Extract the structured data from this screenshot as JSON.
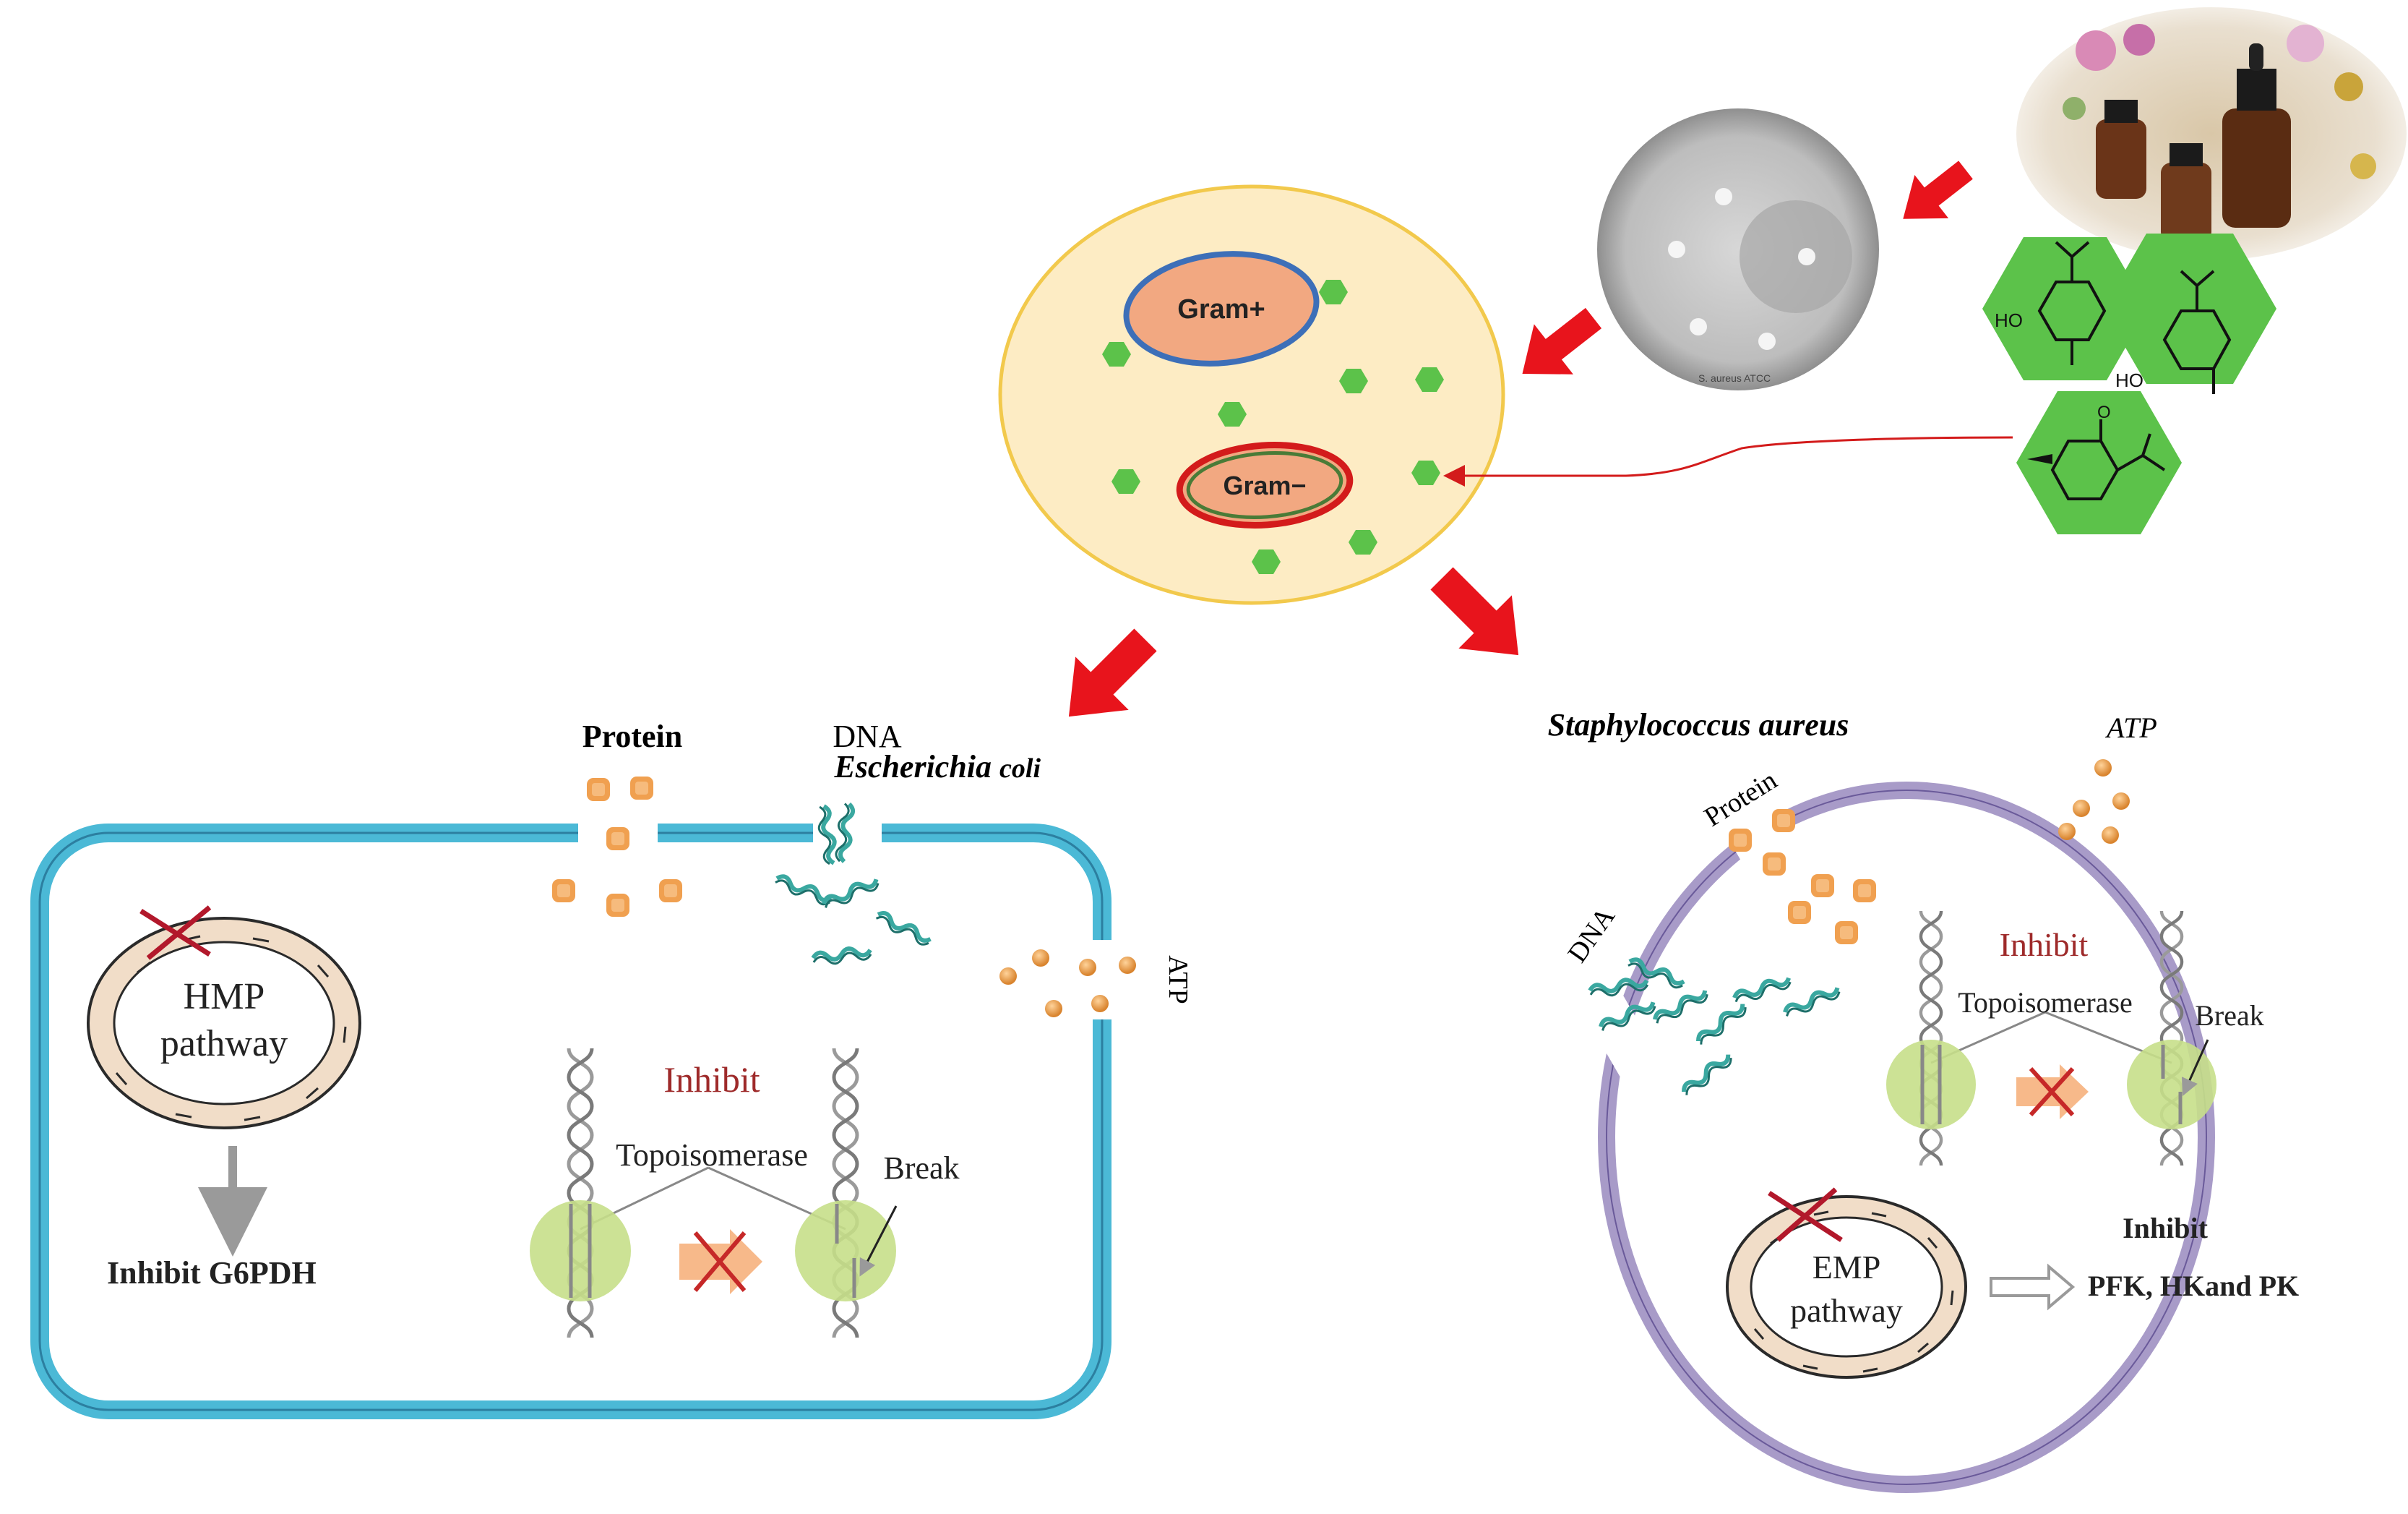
{
  "overview": {
    "gram_pos_label": "Gram+",
    "gram_neg_label": "Gram−",
    "plate_label": "S. aureus ATCC",
    "molecule_ho_1": "HO",
    "molecule_ho_2": "HO",
    "molecule_o": "O"
  },
  "ecoli": {
    "title": "Escherichia",
    "title_suffix": "coli",
    "protein_label": "Protein",
    "dna_label": "DNA",
    "atp_label": "ATP",
    "pathway_line1": "HMP",
    "pathway_line2": "pathway",
    "inhibit_enzyme": "Inhibit  G6PDH",
    "inhibit_label": "Inhibit",
    "topo_label": "Topoisomerase",
    "break_label": "Break"
  },
  "saureus": {
    "title": "Staphylococcus aureus",
    "protein_label": "Protein",
    "dna_label": "DNA",
    "atp_label": "ATP",
    "inhibit_label": "Inhibit",
    "topo_label": "Topoisomerase",
    "break_label": "Break",
    "pathway_line1": "EMP",
    "pathway_line2": "pathway",
    "inhibit_label_2": "Inhibit",
    "inhibit_enzymes": "PFK, HKand PK"
  },
  "colors": {
    "arrow": "#e8141c",
    "cell_fill": "#fdecc4",
    "cell_stroke": "#f2c94c",
    "hexagon": "#5cc24a",
    "ecoli_wall": "#4bb9d6",
    "saureus_wall": "#a89bc8",
    "protein": "#f0a050",
    "dna": "#3aa8a0",
    "inhibit_text": "#9e2a2a"
  }
}
